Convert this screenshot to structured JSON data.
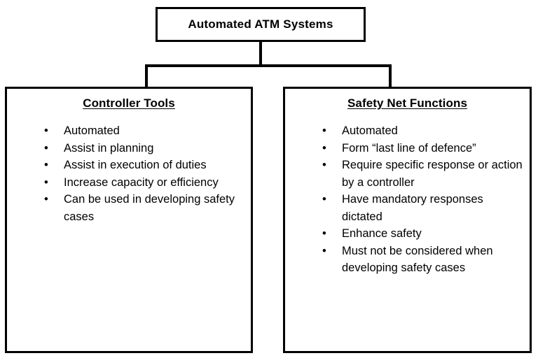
{
  "diagram": {
    "type": "hierarchy-tree",
    "root": {
      "title": "Automated ATM Systems"
    },
    "children": [
      {
        "title": "Controller Tools",
        "bullet_symbol": "•",
        "items": [
          "Automated",
          "Assist in planning",
          "Assist in execution of duties",
          "Increase capacity or efficiency",
          "Can be used in developing safety cases"
        ]
      },
      {
        "title": "Safety Net Functions",
        "bullet_symbol": "•",
        "items": [
          "Automated",
          "Form “last line of defence”",
          "Require specific response or action by a controller",
          "Have mandatory responses dictated",
          "Enhance safety",
          "Must not be considered when developing safety cases"
        ]
      }
    ],
    "colors": {
      "background": "#ffffff",
      "line": "#000000",
      "text": "#000000"
    }
  }
}
